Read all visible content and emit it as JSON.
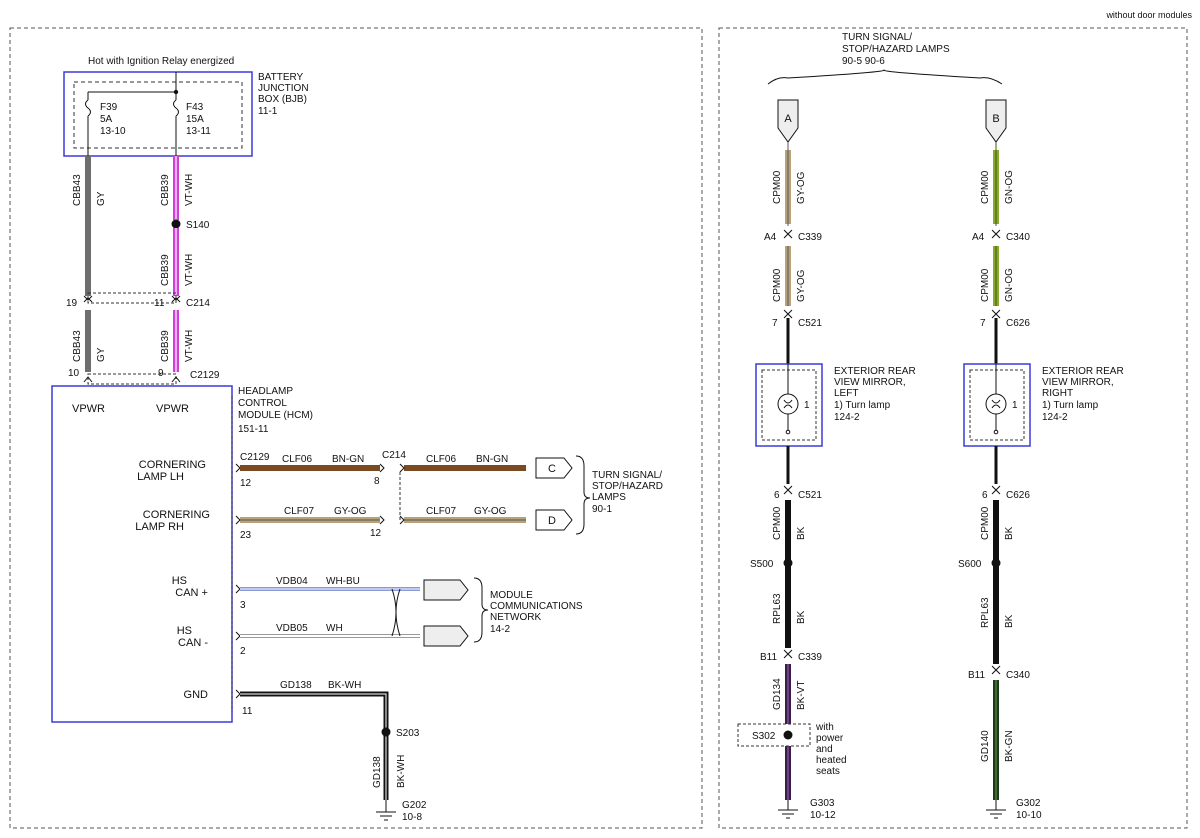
{
  "header": {
    "note": "without door modules"
  },
  "left": {
    "feed_label": "Hot with Ignition Relay energized",
    "bjb": {
      "title": [
        "BATTERY",
        "JUNCTION",
        "BOX (BJB)"
      ],
      "ref": "11-1",
      "fuses": [
        {
          "id": "F39",
          "rating": "5A",
          "ref": "13-10"
        },
        {
          "id": "F43",
          "rating": "15A",
          "ref": "13-11"
        }
      ]
    },
    "wires_upper": [
      {
        "circuit": "CBB43",
        "color": "GY"
      },
      {
        "circuit": "CBB39",
        "color": "VT-WH"
      }
    ],
    "splice_s140": "S140",
    "wire_mid": {
      "circuit": "CBB39",
      "color": "VT-WH"
    },
    "c214": {
      "name": "C214",
      "pin_a": "19",
      "pin_b": "11"
    },
    "wires_lower": [
      {
        "circuit": "CBB43",
        "color": "GY"
      },
      {
        "circuit": "CBB39",
        "color": "VT-WH"
      }
    ],
    "c2129_top": {
      "name": "C2129",
      "pin_a": "10",
      "pin_b": "9"
    },
    "hcm": {
      "title": [
        "HEADLAMP",
        "CONTROL",
        "MODULE (HCM)"
      ],
      "ref": "151-11",
      "pins": [
        "VPWR",
        "VPWR"
      ],
      "outputs": [
        {
          "label": [
            "CORNERING",
            "LAMP LH"
          ]
        },
        {
          "label": [
            "CORNERING",
            "LAMP RH"
          ]
        },
        {
          "label": [
            "HS",
            "CAN +"
          ]
        },
        {
          "label": [
            "HS",
            "CAN -"
          ]
        },
        {
          "label": [
            "GND"
          ]
        }
      ]
    },
    "lamp_lh": {
      "connector": "C2129",
      "pin": "12",
      "circuit1": "CLF06",
      "color1": "BN-GN",
      "c214": "C214",
      "c214_pin": "8",
      "circuit2": "CLF06",
      "color2": "BN-GN",
      "dest": "C"
    },
    "lamp_rh": {
      "pin": "23",
      "circuit1": "CLF07",
      "color1": "GY-OG",
      "c214_pin": "12",
      "circuit2": "CLF07",
      "color2": "GY-OG",
      "dest": "D"
    },
    "turn_ref": {
      "label": [
        "TURN SIGNAL/",
        "STOP/HAZARD",
        "LAMPS"
      ],
      "ref": "90-1"
    },
    "can_hi": {
      "circuit": "VDB04",
      "color": "WH-BU",
      "pin": "3"
    },
    "can_lo": {
      "circuit": "VDB05",
      "color": "WH",
      "pin": "2"
    },
    "mcn": {
      "label": [
        "MODULE",
        "COMMUNICATIONS",
        "NETWORK"
      ],
      "ref": "14-2"
    },
    "gnd": {
      "circuit": "GD138",
      "color": "BK-WH",
      "pin": "11"
    },
    "s203": "S203",
    "gnd_drop": {
      "circuit": "GD138",
      "color": "BK-WH"
    },
    "g202": {
      "name": "G202",
      "ref": "10-8"
    }
  },
  "right": {
    "title": [
      "TURN SIGNAL/",
      "STOP/HAZARD LAMPS"
    ],
    "refs": "90-5  90-6",
    "columns": [
      {
        "tab": "A",
        "w1": {
          "circuit": "CPM00",
          "color": "GY-OG"
        },
        "conn1": {
          "pin": "A4",
          "name": "C339"
        },
        "w2": {
          "circuit": "CPM00",
          "color": "GY-OG"
        },
        "conn2": {
          "pin": "7",
          "name": "C521"
        },
        "mirror": {
          "label": [
            "EXTERIOR REAR",
            "VIEW MIRROR,",
            "LEFT"
          ],
          "note": "1) Turn lamp",
          "ref": "124-2",
          "pin": "1"
        },
        "conn3": {
          "pin": "6",
          "name": "C521"
        },
        "w3": {
          "circuit": "CPM00",
          "color": "BK"
        },
        "splice": "S500",
        "w4": {
          "circuit": "RPL63",
          "color": "BK"
        },
        "conn4": {
          "pin": "B11",
          "name": "C339"
        },
        "w5": {
          "circuit": "GD134",
          "color": "BK-VT"
        },
        "opt_splice": "S302",
        "opt_note": [
          "with",
          "power",
          "and",
          "heated",
          "seats"
        ],
        "ground": {
          "name": "G303",
          "ref": "10-12"
        }
      },
      {
        "tab": "B",
        "w1": {
          "circuit": "CPM00",
          "color": "GN-OG"
        },
        "conn1": {
          "pin": "A4",
          "name": "C340"
        },
        "w2": {
          "circuit": "CPM00",
          "color": "GN-OG"
        },
        "conn2": {
          "pin": "7",
          "name": "C626"
        },
        "mirror": {
          "label": [
            "EXTERIOR REAR",
            "VIEW MIRROR,",
            "RIGHT"
          ],
          "note": "1) Turn lamp",
          "ref": "124-2",
          "pin": "1"
        },
        "conn3": {
          "pin": "6",
          "name": "C626"
        },
        "w3": {
          "circuit": "CPM00",
          "color": "BK"
        },
        "splice": "S600",
        "w4": {
          "circuit": "RPL63",
          "color": "BK"
        },
        "conn4": {
          "pin": "B11",
          "name": "C340"
        },
        "w5": {
          "circuit": "GD140",
          "color": "BK-GN"
        },
        "ground": {
          "name": "G302",
          "ref": "10-10"
        }
      }
    ]
  },
  "colors": {
    "box_blue": "#3a3adc",
    "gy": "#6e6e6e",
    "vt_wh": "#d040d8",
    "bn_gn": "#7a4a22",
    "gy_og": "#b8a27a",
    "gn_og": "#8aa82e",
    "bk": "#111111",
    "bk_vt": "#3a1d4a",
    "bk_gn": "#1f3a18",
    "wh_bu": "#8a98d8"
  }
}
